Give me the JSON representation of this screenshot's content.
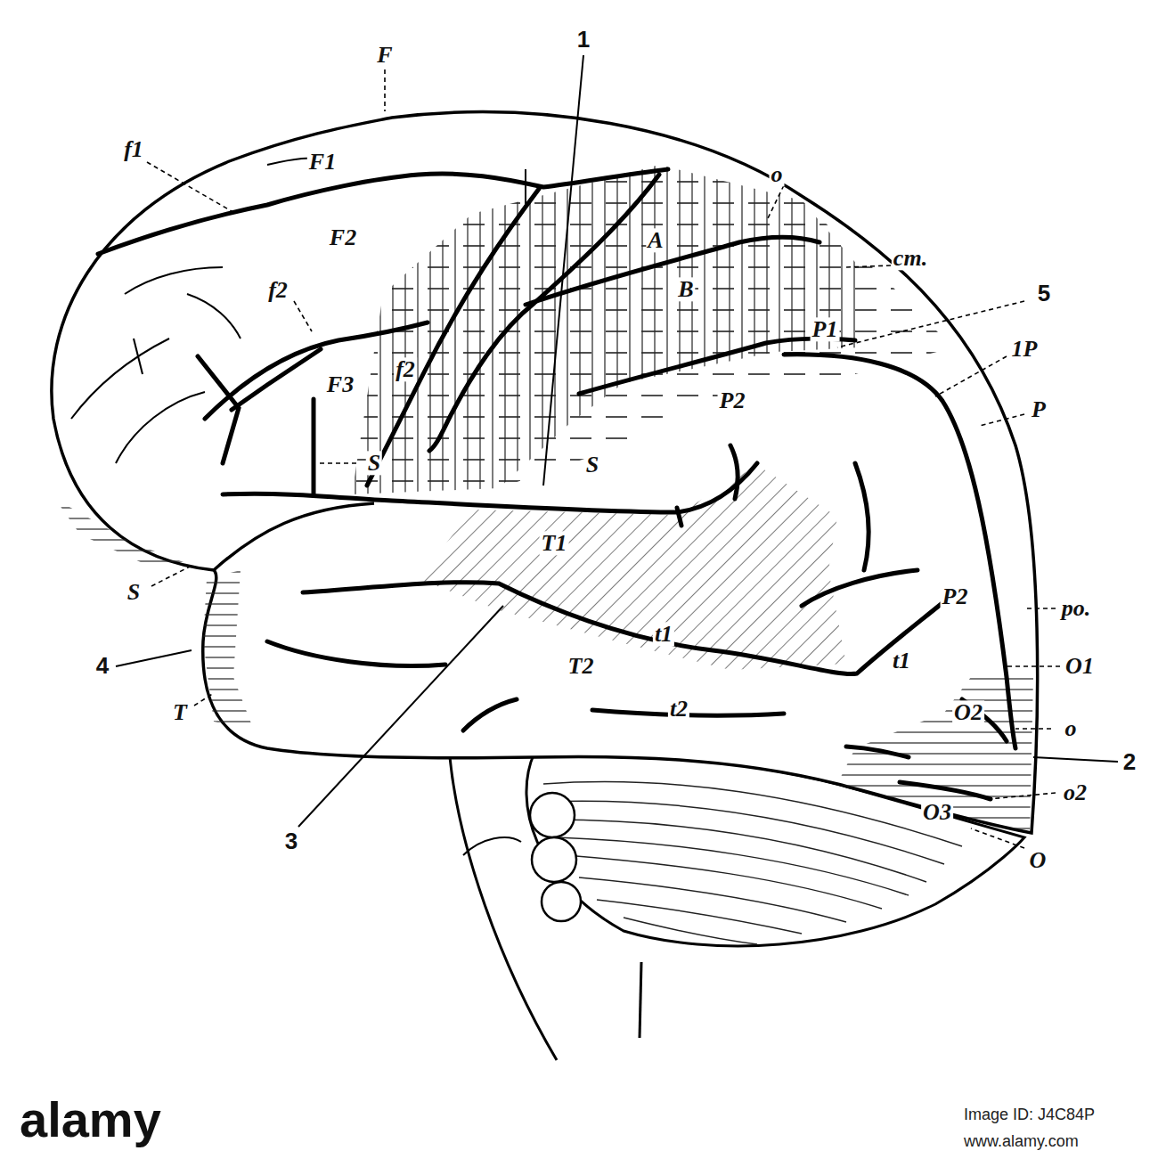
{
  "diagram": {
    "labels": [
      "F",
      "1",
      "f1",
      "F1",
      "o",
      "A",
      "cm.",
      "F2",
      "B",
      "5",
      "P1",
      "f2",
      "1P",
      "f2",
      "F3",
      "P2",
      "P",
      "S",
      "S",
      "S",
      "T1",
      "P2",
      "po.",
      "t1",
      "t1",
      "O1",
      "4",
      "T2",
      "t2",
      "O2",
      "o",
      "2",
      "T",
      "O3",
      "o2",
      "3",
      "O",
      "alamy",
      "Image ID: J4C84P",
      "www.alamy.com"
    ]
  }
}
